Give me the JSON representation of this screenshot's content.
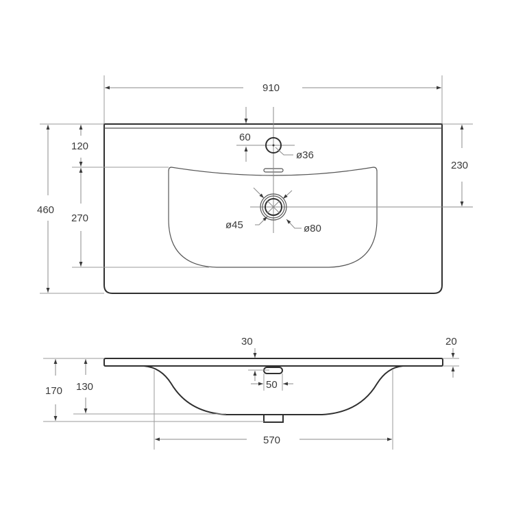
{
  "drawing": {
    "title": "Washbasin dimensional drawing",
    "views": {
      "top_view": {
        "dimensions": {
          "overall_width": "910",
          "overall_depth": "460",
          "top_to_bowl": "120",
          "bowl_depth": "270",
          "top_to_drain_center": "230",
          "faucet_hole_offset": "60",
          "faucet_hole_diameter": "ø36",
          "drain_inner_diameter": "ø45",
          "drain_outer_diameter": "ø80"
        }
      },
      "side_view": {
        "dimensions": {
          "total_height": "170",
          "bowl_height": "130",
          "rim_thickness": "20",
          "overflow_offset": "30",
          "overflow_width": "50",
          "bowl_width": "570"
        }
      }
    },
    "colors": {
      "outline": "#2f2f2f",
      "dimension_line": "#8a8a8a",
      "text": "#3a3a3a",
      "background": "#ffffff"
    }
  }
}
